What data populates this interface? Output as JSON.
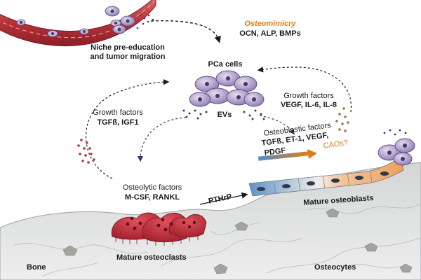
{
  "labels": {
    "niche_line1": "Niche pre-education",
    "niche_line2": "and tumor migration",
    "osteomimicry": "Osteomimicry",
    "osteomimicry_markers": "OCN, ALP, BMPs",
    "pca_cells": "PCa cells",
    "evs": "EVs",
    "growth_factors_left": "Growth factors",
    "growth_factors_left_list": "TGFß, IGF1",
    "growth_factors_right": "Growth factors",
    "growth_factors_right_list": "VEGF, IL-6, IL-8",
    "osteoblastic_factors": "Osteoblastic factors",
    "osteoblastic_list_line1": "TGFß, ET-1, VEGF,",
    "osteoblastic_list_line2": "PDGF",
    "caos": "CAOs?",
    "osteolytic_factors": "Osteolytic  factors",
    "osteolytic_list": "M-CSF, RANKL",
    "pthrp": "PTHrP",
    "mature_osteoblasts": "Mature osteoblasts",
    "mature_osteoclasts": "Mature osteoclasts",
    "bone": "Bone",
    "osteocytes": "Osteocytes"
  },
  "colors": {
    "vessel": "#b8333a",
    "pca_cell": "#a897c4",
    "osteoclast": "#c8313f",
    "osteoblast_blue": "#6c9fd0",
    "osteoblast_orange": "#f0a868",
    "caos_arrow": "#e07b1a",
    "bone_matrix": "#e3e4e4"
  }
}
